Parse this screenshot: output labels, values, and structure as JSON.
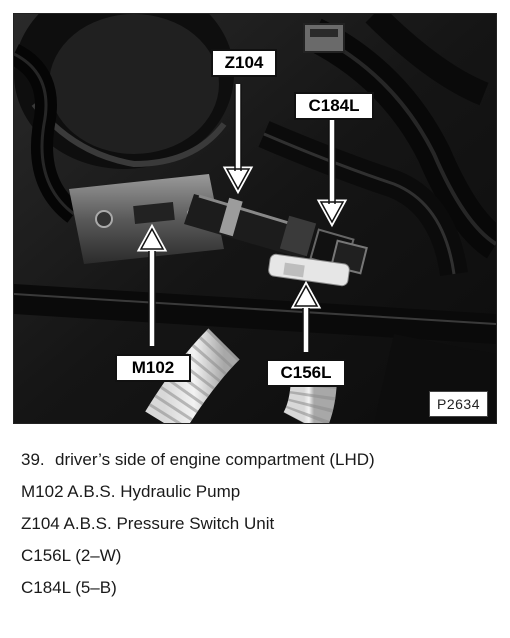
{
  "figure": {
    "reference_code": "P2634",
    "callouts": {
      "z104": "Z104",
      "c184l": "C184L",
      "m102": "M102",
      "c156l": "C156L"
    }
  },
  "caption": {
    "number": "39.",
    "title": "driver’s side of engine compartment (LHD)",
    "legend": [
      "M102 A.B.S. Hydraulic Pump",
      "Z104 A.B.S. Pressure Switch Unit",
      "C156L (2–W)",
      "C184L (5–B)"
    ]
  }
}
